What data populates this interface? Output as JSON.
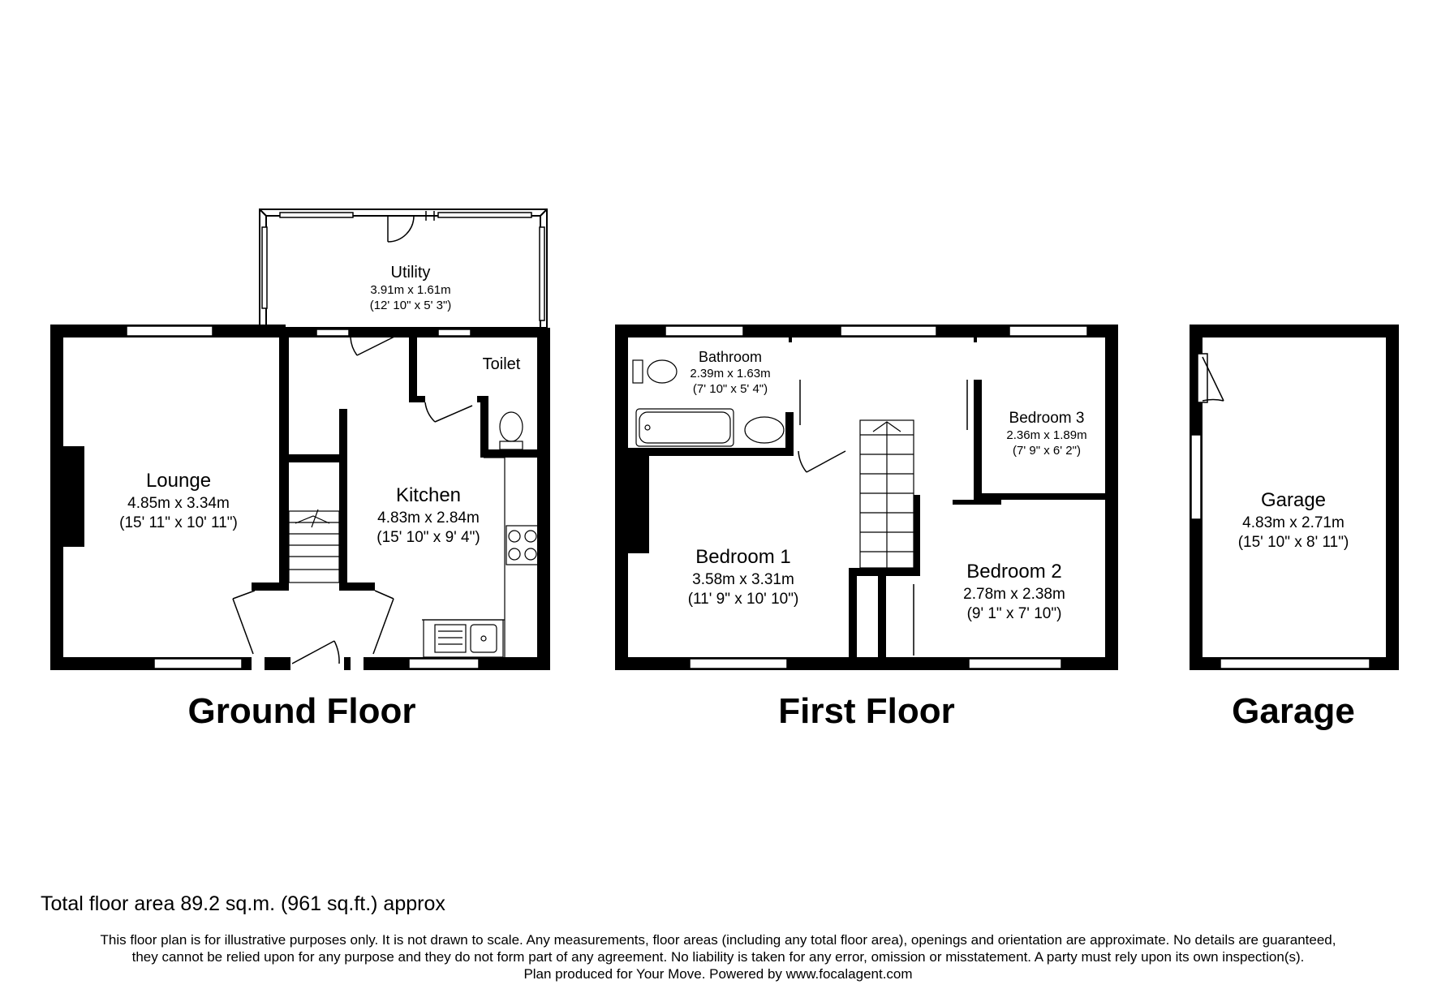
{
  "colors": {
    "wall": "#000000",
    "fixture": "#333333",
    "background": "#ffffff"
  },
  "rooms": {
    "utility": {
      "name": "Utility",
      "metric": "3.91m x 1.61m",
      "imperial": "(12' 10\" x 5' 3\")"
    },
    "toilet": {
      "name": "Toilet"
    },
    "lounge": {
      "name": "Lounge",
      "metric": "4.85m x 3.34m",
      "imperial": "(15' 11\" x 10' 11\")"
    },
    "kitchen": {
      "name": "Kitchen",
      "metric": "4.83m x 2.84m",
      "imperial": "(15' 10\" x 9' 4\")"
    },
    "bathroom": {
      "name": "Bathroom",
      "metric": "2.39m x 1.63m",
      "imperial": "(7' 10\" x 5' 4\")"
    },
    "bedroom3": {
      "name": "Bedroom 3",
      "metric": "2.36m x 1.89m",
      "imperial": "(7' 9\" x 6' 2\")"
    },
    "bedroom1": {
      "name": "Bedroom 1",
      "metric": "3.58m x 3.31m",
      "imperial": "(11' 9\" x 10' 10\")"
    },
    "bedroom2": {
      "name": "Bedroom 2",
      "metric": "2.78m x 2.38m",
      "imperial": "(9' 1\" x 7' 10\")"
    },
    "garage": {
      "name": "Garage",
      "metric": "4.83m x 2.71m",
      "imperial": "(15' 10\" x 8' 11\")"
    }
  },
  "floors": {
    "ground": "Ground Floor",
    "first": "First Floor",
    "garage": "Garage"
  },
  "footer": {
    "total_area": "Total floor area 89.2 sq.m. (961 sq.ft.) approx",
    "disclaimer_line1": "This floor plan is for illustrative purposes only. It is not drawn to scale. Any measurements, floor areas (including any total floor area), openings and orientation are approximate. No details are guaranteed,",
    "disclaimer_line2": "they cannot be relied upon for any purpose and they do not form part of any agreement. No liability is taken for any error, omission or misstatement. A party must rely upon its own inspection(s).",
    "credit": "Plan produced for Your Move. Powered by www.focalagent.com"
  }
}
